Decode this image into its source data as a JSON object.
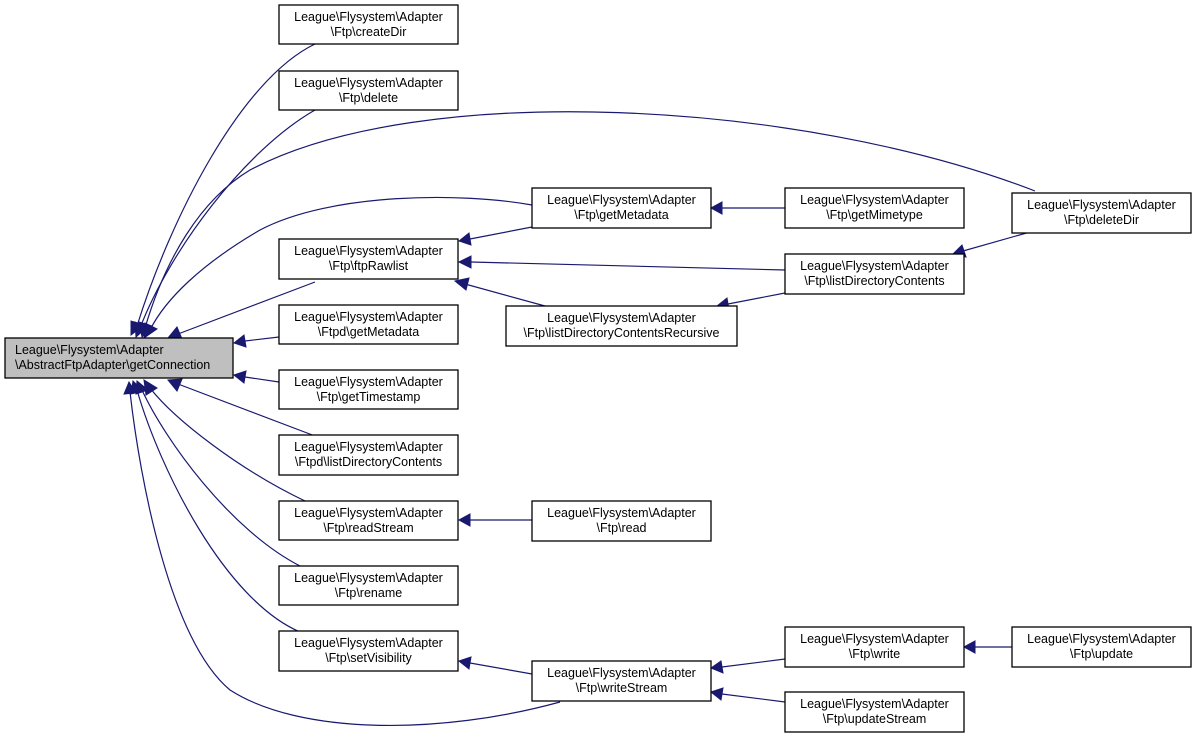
{
  "diagram": {
    "type": "caller-graph",
    "colors": {
      "edge": "#191970",
      "root_fill": "#bfbfbf",
      "node_fill": "#ffffff",
      "border": "#000000"
    },
    "nodes": {
      "root": {
        "line1": "League\\Flysystem\\Adapter",
        "line2": "\\AbstractFtpAdapter\\getConnection"
      },
      "createDir": {
        "line1": "League\\Flysystem\\Adapter",
        "line2": "\\Ftp\\createDir"
      },
      "delete": {
        "line1": "League\\Flysystem\\Adapter",
        "line2": "\\Ftp\\delete"
      },
      "deleteDir": {
        "line1": "League\\Flysystem\\Adapter",
        "line2": "\\Ftp\\deleteDir"
      },
      "getMetadata": {
        "line1": "League\\Flysystem\\Adapter",
        "line2": "\\Ftp\\getMetadata"
      },
      "getMimetype": {
        "line1": "League\\Flysystem\\Adapter",
        "line2": "\\Ftp\\getMimetype"
      },
      "ftpRawlist": {
        "line1": "League\\Flysystem\\Adapter",
        "line2": "\\Ftp\\ftpRawlist"
      },
      "listDirContents": {
        "line1": "League\\Flysystem\\Adapter",
        "line2": "\\Ftp\\listDirectoryContents"
      },
      "listDirRecursive": {
        "line1": "League\\Flysystem\\Adapter",
        "line2": "\\Ftp\\listDirectoryContentsRecursive"
      },
      "ftpdGetMetadata": {
        "line1": "League\\Flysystem\\Adapter",
        "line2": "\\Ftpd\\getMetadata"
      },
      "getTimestamp": {
        "line1": "League\\Flysystem\\Adapter",
        "line2": "\\Ftp\\getTimestamp"
      },
      "ftpdListDir": {
        "line1": "League\\Flysystem\\Adapter",
        "line2": "\\Ftpd\\listDirectoryContents"
      },
      "readStream": {
        "line1": "League\\Flysystem\\Adapter",
        "line2": "\\Ftp\\readStream"
      },
      "read": {
        "line1": "League\\Flysystem\\Adapter",
        "line2": "\\Ftp\\read"
      },
      "rename": {
        "line1": "League\\Flysystem\\Adapter",
        "line2": "\\Ftp\\rename"
      },
      "setVisibility": {
        "line1": "League\\Flysystem\\Adapter",
        "line2": "\\Ftp\\setVisibility"
      },
      "writeStream": {
        "line1": "League\\Flysystem\\Adapter",
        "line2": "\\Ftp\\writeStream"
      },
      "write": {
        "line1": "League\\Flysystem\\Adapter",
        "line2": "\\Ftp\\write"
      },
      "update": {
        "line1": "League\\Flysystem\\Adapter",
        "line2": "\\Ftp\\update"
      },
      "updateStream": {
        "line1": "League\\Flysystem\\Adapter",
        "line2": "\\Ftp\\updateStream"
      }
    },
    "edges": [
      {
        "from": "createDir",
        "to": "root"
      },
      {
        "from": "delete",
        "to": "root"
      },
      {
        "from": "deleteDir",
        "to": "root"
      },
      {
        "from": "getMetadata",
        "to": "root"
      },
      {
        "from": "ftpRawlist",
        "to": "root"
      },
      {
        "from": "ftpdGetMetadata",
        "to": "root"
      },
      {
        "from": "getTimestamp",
        "to": "root"
      },
      {
        "from": "ftpdListDir",
        "to": "root"
      },
      {
        "from": "readStream",
        "to": "root"
      },
      {
        "from": "rename",
        "to": "root"
      },
      {
        "from": "setVisibility",
        "to": "root"
      },
      {
        "from": "writeStream",
        "to": "root"
      },
      {
        "from": "getMetadata",
        "to": "ftpRawlist"
      },
      {
        "from": "listDirContents",
        "to": "ftpRawlist"
      },
      {
        "from": "listDirRecursive",
        "to": "ftpRawlist"
      },
      {
        "from": "getMimetype",
        "to": "getMetadata"
      },
      {
        "from": "deleteDir",
        "to": "listDirContents"
      },
      {
        "from": "listDirContents",
        "to": "listDirRecursive"
      },
      {
        "from": "read",
        "to": "readStream"
      },
      {
        "from": "writeStream",
        "to": "setVisibility"
      },
      {
        "from": "write",
        "to": "writeStream"
      },
      {
        "from": "updateStream",
        "to": "writeStream"
      },
      {
        "from": "update",
        "to": "write"
      }
    ]
  }
}
